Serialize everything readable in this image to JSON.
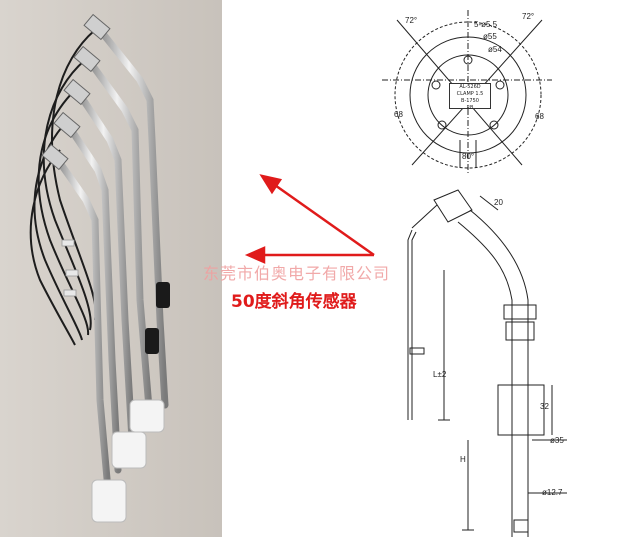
{
  "watermark": "东莞市伯奥电子有限公司",
  "caption": "50度斜角传感器",
  "dimensions": {
    "angle_left": "72°",
    "angle_right": "72°",
    "holes": "5-ø5.5",
    "d_outer": "ø55",
    "d_inner": "ø54",
    "side_left": "68",
    "side_right": "68",
    "bottom_angle": "80°",
    "bend": "20",
    "length": "L±2",
    "float_height": "32",
    "float_dia": "ø35",
    "tube_dia": "ø12.7",
    "height": "H"
  },
  "plate_label": [
    "AL-526D",
    "CLAMP 1.5",
    "B-1750",
    "RB"
  ],
  "colors": {
    "caption": "#e01b1b",
    "watermark": "#f0a0a0",
    "arrow": "#e01b1b"
  }
}
